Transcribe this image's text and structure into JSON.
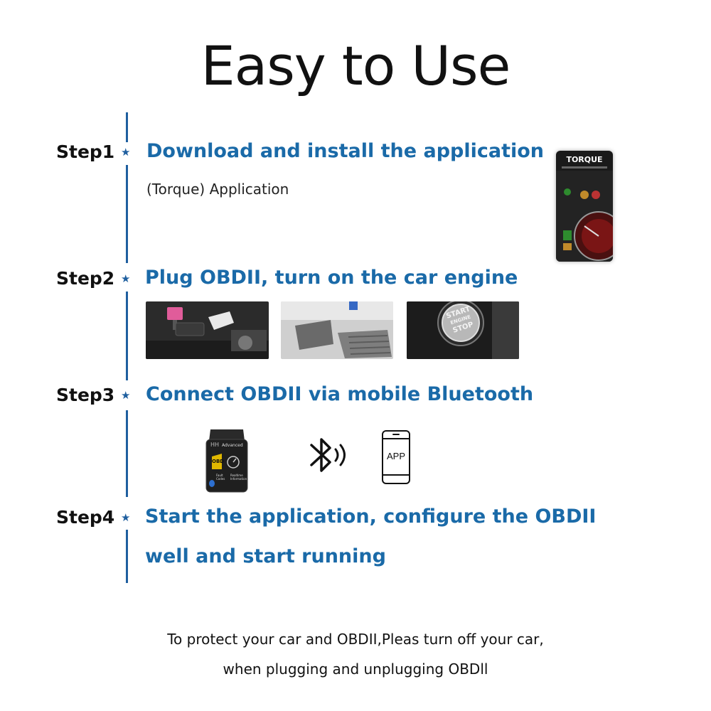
{
  "title": "Easy to Use",
  "steps": [
    {
      "label": "Step1",
      "heading": "Download and install the application",
      "sub": "(Torque) Application"
    },
    {
      "label": "Step2",
      "heading": "Plug OBDII, turn on the car engine"
    },
    {
      "label": "Step3",
      "heading": "Connect OBDII via mobile Bluetooth"
    },
    {
      "label": "Step4",
      "heading_line1": "Start the application, configure the OBDII",
      "heading_line2": "well and start running"
    }
  ],
  "torque_app": {
    "name": "TORQUE"
  },
  "engine_button": {
    "line1": "START",
    "line2": "ENGINE",
    "line3": "STOP"
  },
  "obd_device": {
    "brand": "HH",
    "model": "Advanced",
    "badge": "OBD",
    "label_left": "Fault Codes",
    "label_right": "Realtime Information"
  },
  "phone": {
    "label": "APP"
  },
  "footer": {
    "line1": "To protect your car and OBDII,Pleas turn off your car,",
    "line2": "when plugging and unplugging OBDll"
  },
  "colors": {
    "accent": "#1a6aa8",
    "timeline": "#1f5f9f",
    "text": "#111111"
  }
}
